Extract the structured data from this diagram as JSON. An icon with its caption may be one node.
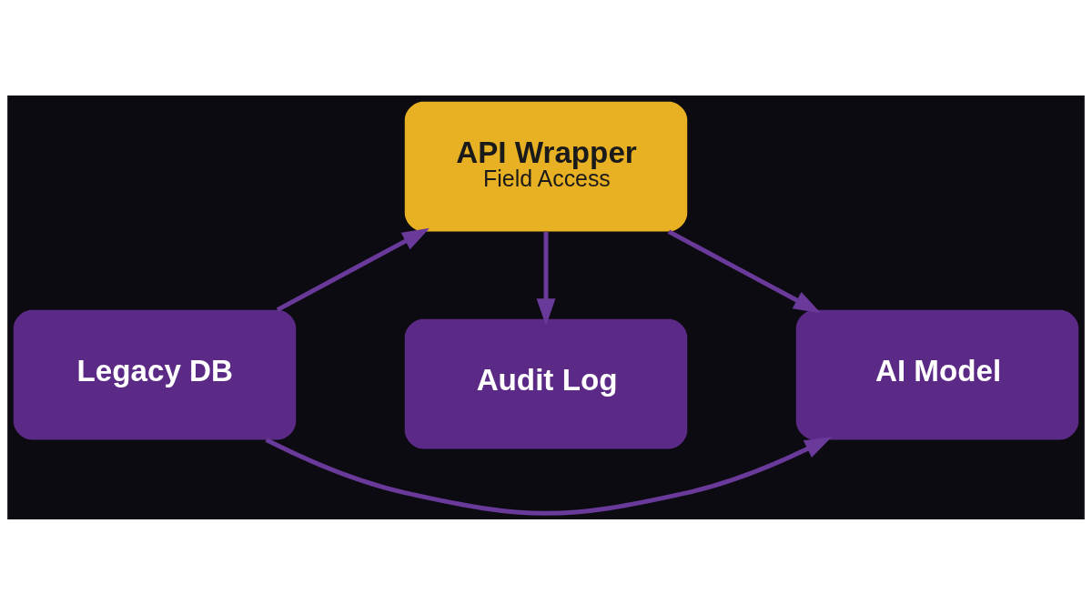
{
  "diagram": {
    "nodes": [
      {
        "text": [
          "Legacy DB"
        ]
      },
      {
        "text": [
          "API Wrapper",
          "Field Access"
        ]
      },
      {
        "text": [
          "AI Model"
        ]
      },
      {
        "text": [
          "Audit Log"
        ]
      }
    ],
    "edges": [
      {
        "from": 0,
        "to": 2,
        "arrow": "to"
      },
      {
        "from": 0,
        "to": 1,
        "arrow": "to"
      },
      {
        "from": 1,
        "to": 2,
        "arrow": "to"
      },
      {
        "from": 1,
        "to": 3,
        "arrow": "to"
      }
    ]
  }
}
